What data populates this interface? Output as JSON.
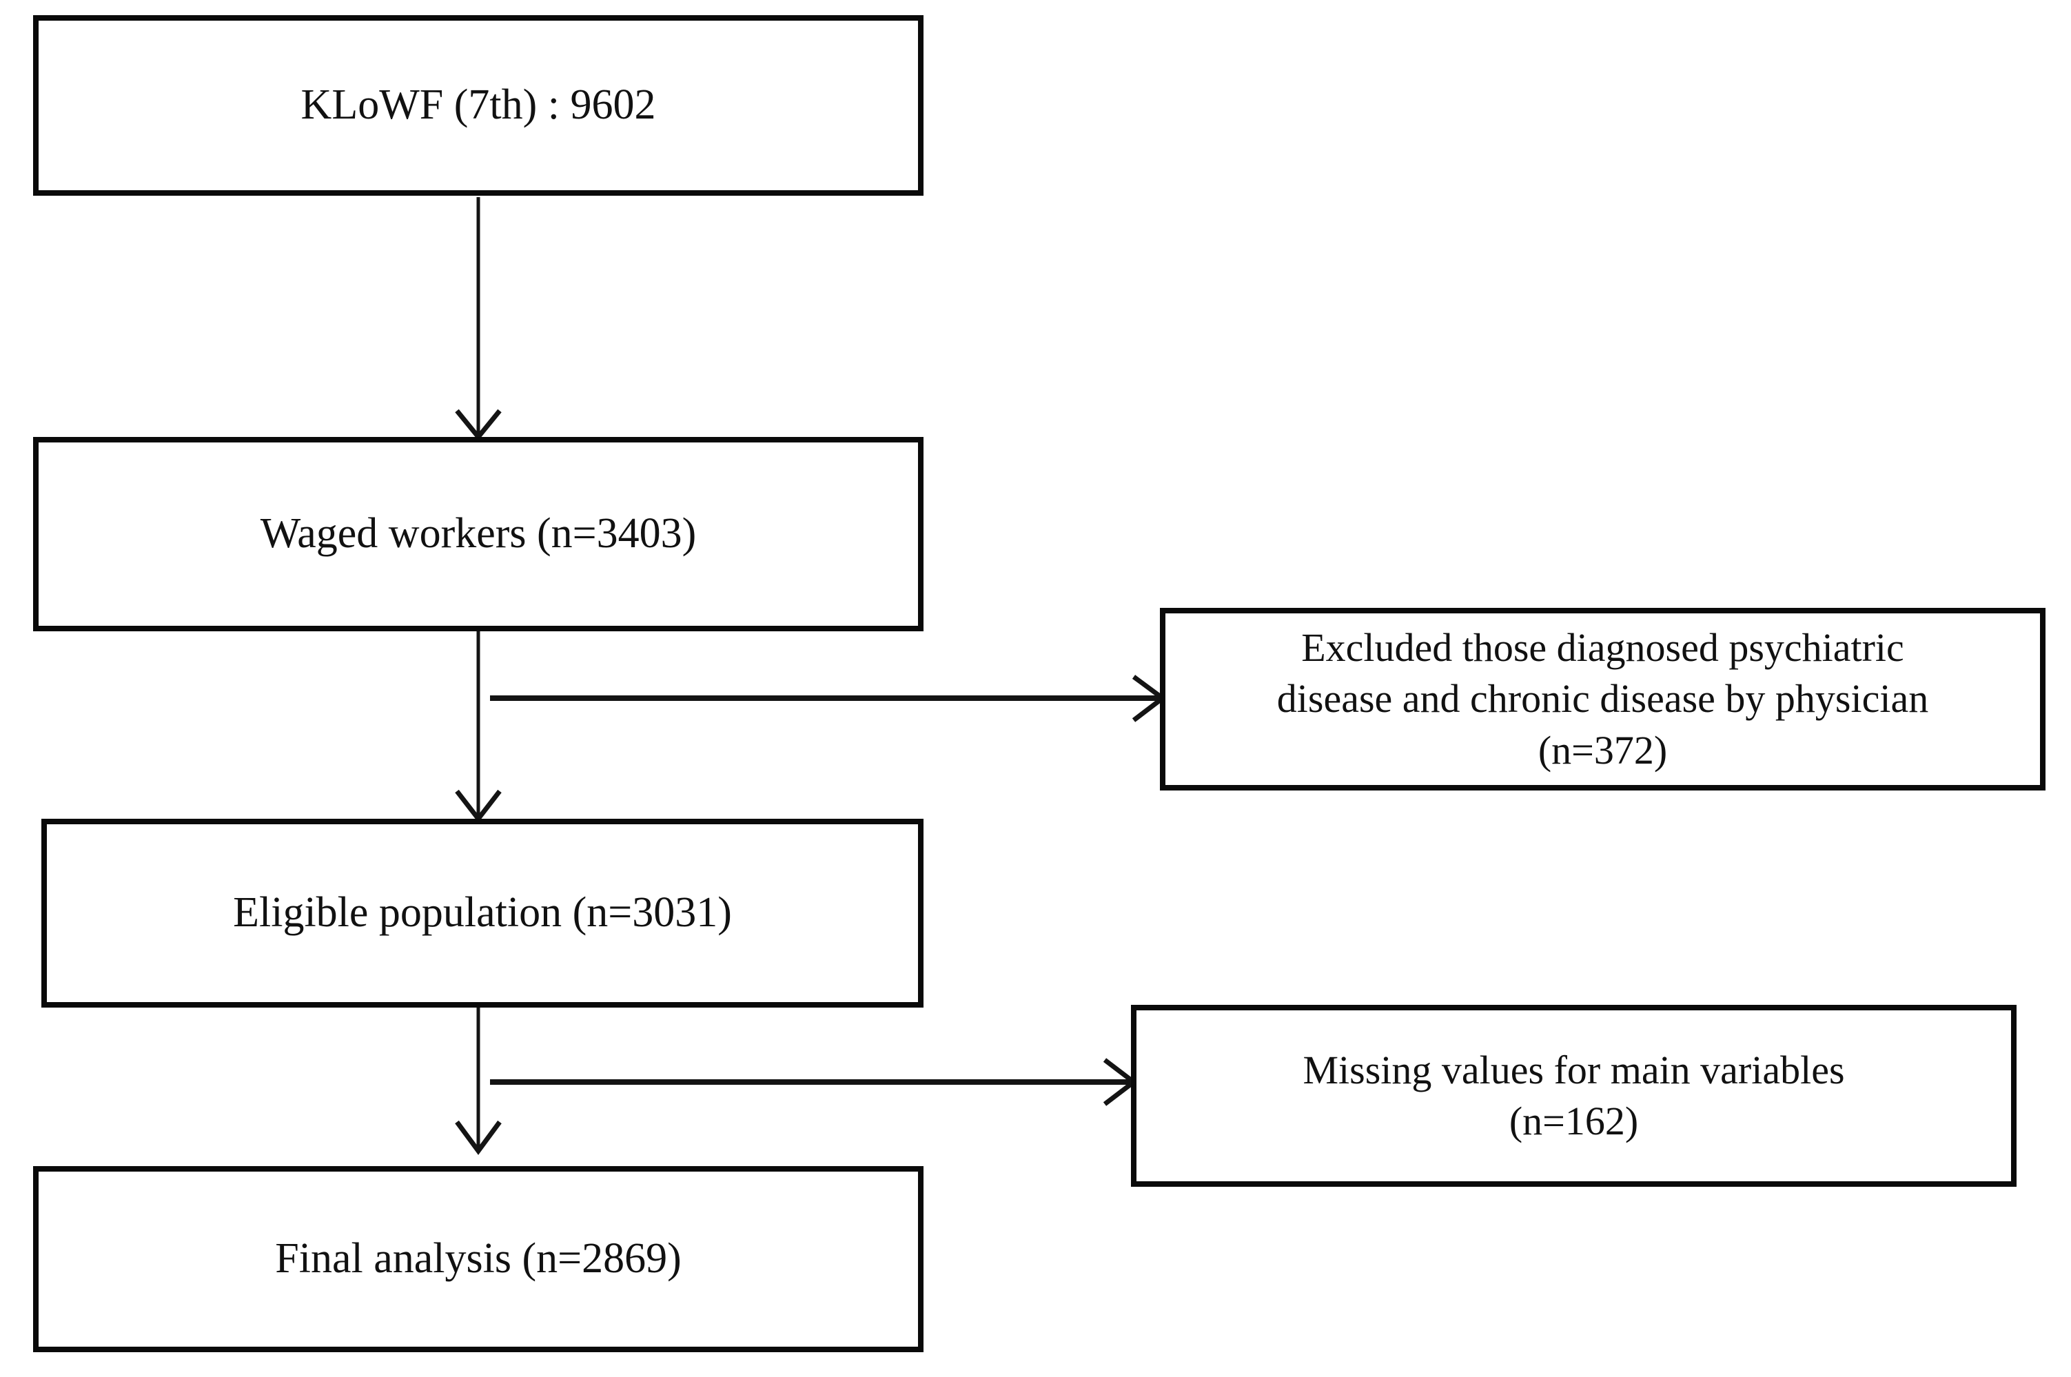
{
  "diagram": {
    "title": "Study population flow diagram",
    "type": "flowchart",
    "orientation": "top-to-bottom with right-side exclusion branches",
    "colors": {
      "background": "#ffffff",
      "box_border": "#0a0a0a",
      "connector": "#141414",
      "text": "#111111"
    },
    "nodes": [
      {
        "id": "source",
        "label": "KLoWF (7th) : 9602",
        "column": "main",
        "count": 9602
      },
      {
        "id": "waged",
        "label": "Waged workers (n=3403)",
        "column": "main",
        "count": 3403
      },
      {
        "id": "excluded_diagnosed",
        "label": "Excluded those diagnosed  psychiatric\ndisease and chronic disease by physician\n(n=372)",
        "column": "exclusion",
        "count": 372
      },
      {
        "id": "eligible",
        "label": "Eligible population (n=3031)",
        "column": "main",
        "count": 3031
      },
      {
        "id": "missing_values",
        "label": "Missing values for main variables\n(n=162)",
        "column": "exclusion",
        "count": 162
      },
      {
        "id": "final",
        "label": "Final analysis (n=2869)",
        "column": "main",
        "count": 2869
      }
    ],
    "edges": [
      {
        "from": "source",
        "to": "waged",
        "kind": "vertical-arrow"
      },
      {
        "from": "waged",
        "to": "eligible",
        "kind": "vertical-arrow"
      },
      {
        "from": "waged",
        "to": "excluded_diagnosed",
        "kind": "horizontal-arrow"
      },
      {
        "from": "eligible",
        "to": "final",
        "kind": "vertical-arrow"
      },
      {
        "from": "eligible",
        "to": "missing_values",
        "kind": "horizontal-arrow"
      }
    ]
  }
}
